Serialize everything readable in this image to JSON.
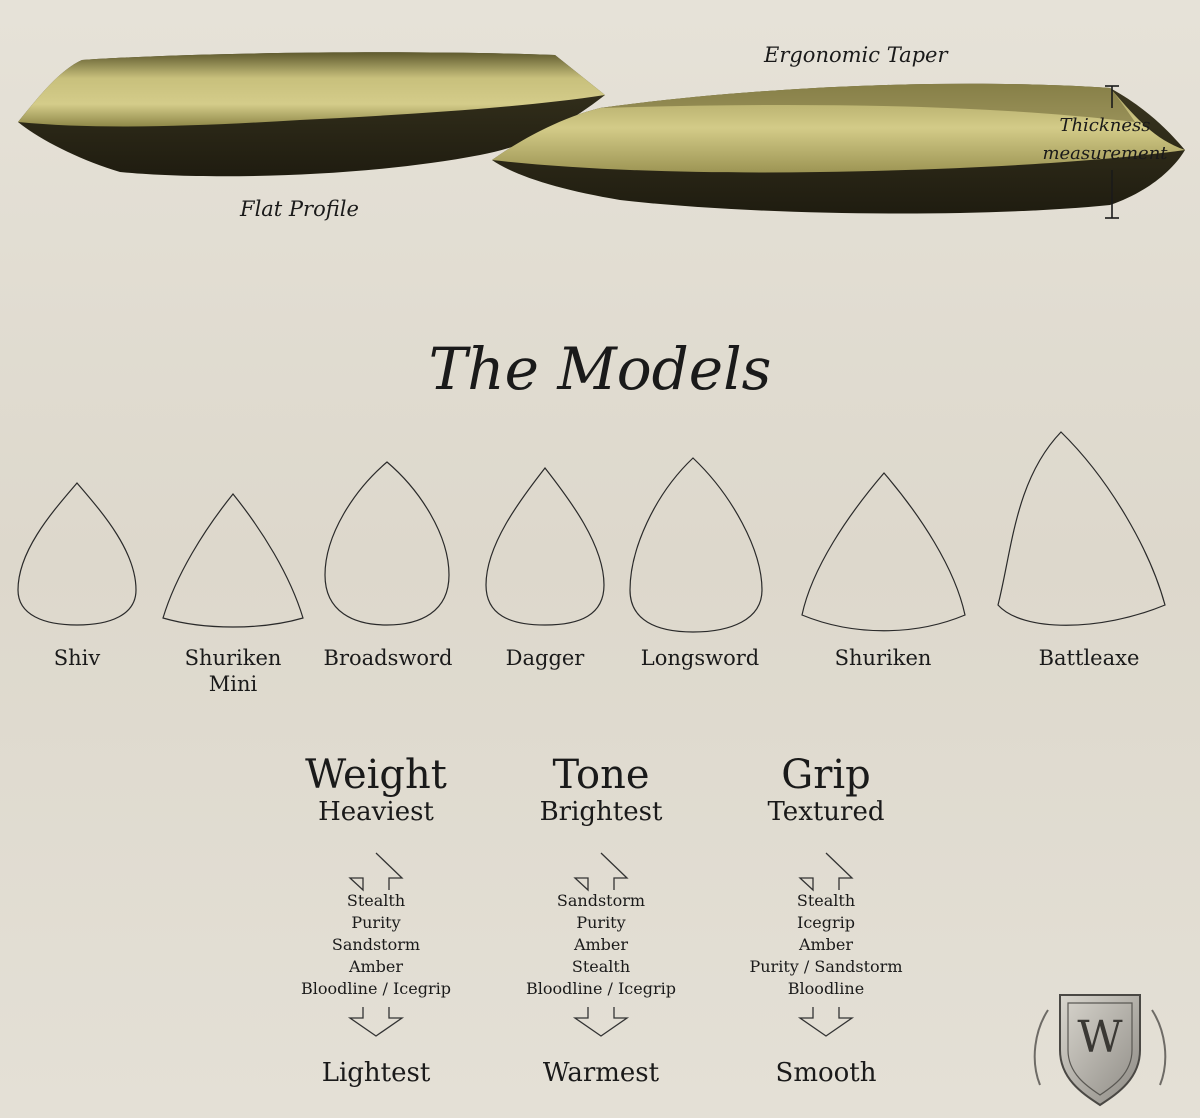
{
  "profile": {
    "flat_label": "Flat Profile",
    "taper_label": "Ergonomic Taper",
    "thickness_label_line1": "Thickness",
    "thickness_label_line2": "measurement"
  },
  "title": "The Models",
  "models": [
    {
      "name": "Shiv",
      "name_line2": ""
    },
    {
      "name": "Shuriken",
      "name_line2": "Mini"
    },
    {
      "name": "Broadsword",
      "name_line2": ""
    },
    {
      "name": "Dagger",
      "name_line2": ""
    },
    {
      "name": "Longsword",
      "name_line2": ""
    },
    {
      "name": "Shuriken",
      "name_line2": ""
    },
    {
      "name": "Battleaxe",
      "name_line2": ""
    }
  ],
  "scales": [
    {
      "heading": "Weight",
      "top": "Heaviest",
      "items": [
        "Stealth",
        "Purity",
        "Sandstorm",
        "Amber",
        "Bloodline / Icegrip"
      ],
      "bottom": "Lightest"
    },
    {
      "heading": "Tone",
      "top": "Brightest",
      "items": [
        "Sandstorm",
        "Purity",
        "Amber",
        "Stealth",
        "Bloodline / Icegrip"
      ],
      "bottom": "Warmest"
    },
    {
      "heading": "Grip",
      "top": "Textured",
      "items": [
        "Stealth",
        "Icegrip",
        "Amber",
        "Purity / Sandstorm",
        "Bloodline"
      ],
      "bottom": "Smooth"
    }
  ],
  "logo": {
    "letter": "W"
  },
  "colors": {
    "pick_face": "#c9c27c",
    "pick_side": "#2e2a18",
    "background": "#e3ded3"
  }
}
